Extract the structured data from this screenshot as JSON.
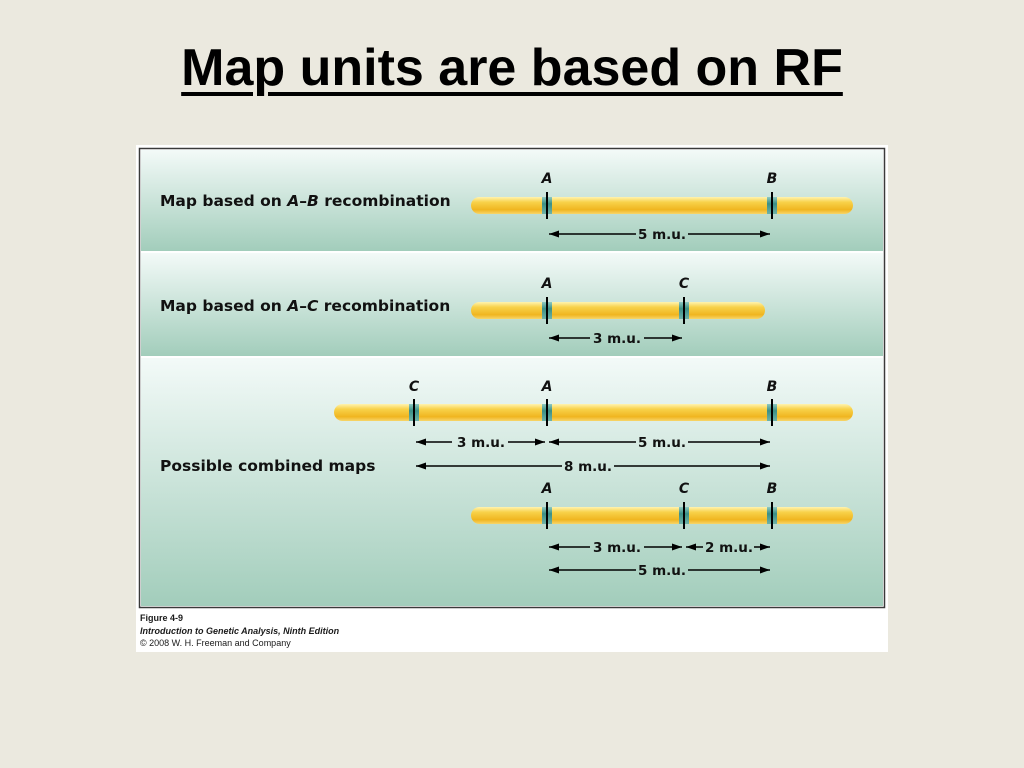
{
  "slide": {
    "title": "Map units are based on RF"
  },
  "figure": {
    "panels": [
      {
        "label_parts": [
          "Map based on ",
          "A",
          "–",
          "B",
          " recombination"
        ],
        "genes": [
          "A",
          "B"
        ],
        "distances": [
          "5 m.u."
        ]
      },
      {
        "label_parts": [
          "Map based on ",
          "A",
          "–",
          "C",
          " recombination"
        ],
        "genes": [
          "A",
          "C"
        ],
        "distances": [
          "3 m.u."
        ]
      },
      {
        "label": "Possible combined maps",
        "map1_genes": [
          "C",
          "A",
          "B"
        ],
        "map1_distances": [
          "3 m.u.",
          "5 m.u.",
          "8 m.u."
        ],
        "map2_genes": [
          "A",
          "C",
          "B"
        ],
        "map2_distances": [
          "3 m.u.",
          "2 m.u.",
          "5 m.u."
        ]
      }
    ],
    "caption": {
      "figure_number": "Figure 4-9",
      "book": "Introduction to Genetic Analysis, Ninth Edition",
      "copyright": "© 2008 W. H. Freeman and Company"
    }
  },
  "colors": {
    "slide_background": "#ebe9df",
    "panel_gradient_top": "#f3faf8",
    "panel_gradient_bottom": "#a2cdbb",
    "chromosome": "#f5c93a",
    "locus_band": "#3b8f86"
  }
}
